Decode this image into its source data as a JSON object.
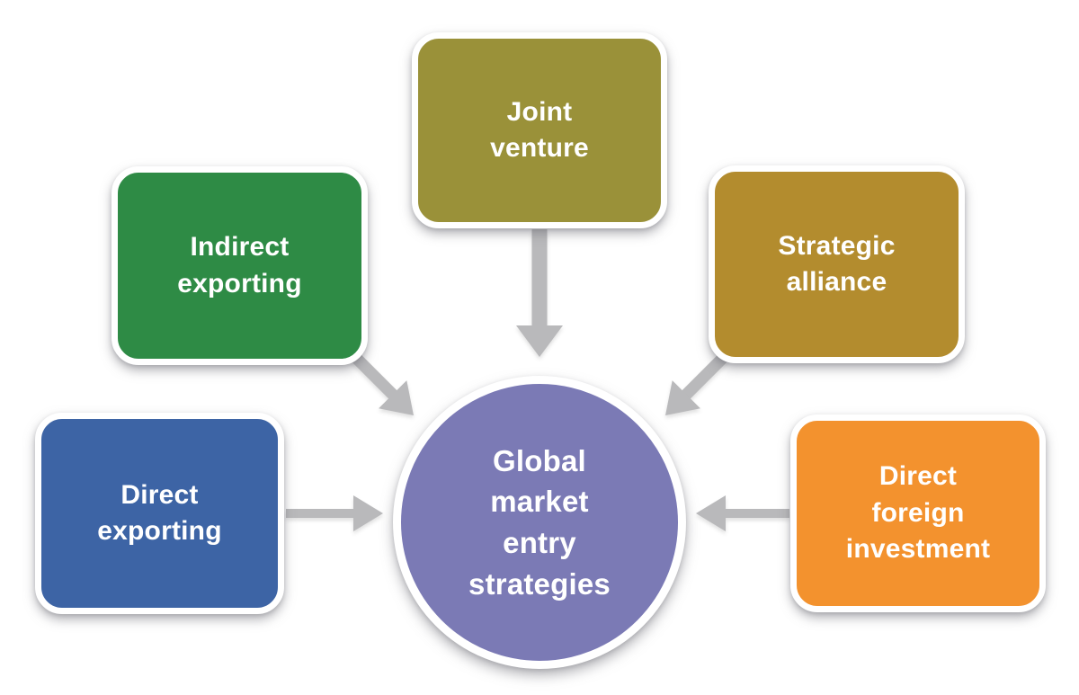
{
  "diagram": {
    "background_color": "#ffffff",
    "arrow_color": "#b9b9bb",
    "text_color": "#ffffff",
    "center_node": {
      "id": "global-market-entry-strategies",
      "label": "Global\nmarket\nentry\nstrategies",
      "color": "#7b7ab5"
    },
    "nodes": [
      {
        "id": "joint-venture",
        "label": "Joint\nventure",
        "color": "#9a9139"
      },
      {
        "id": "indirect-exporting",
        "label": "Indirect\nexporting",
        "color": "#2e8b45"
      },
      {
        "id": "strategic-alliance",
        "label": "Strategic\nalliance",
        "color": "#b38c2e"
      },
      {
        "id": "direct-exporting",
        "label": "Direct\nexporting",
        "color": "#3d64a5"
      },
      {
        "id": "direct-foreign-investment",
        "label": "Direct\nforeign\ninvestment",
        "color": "#f3922e"
      }
    ]
  }
}
